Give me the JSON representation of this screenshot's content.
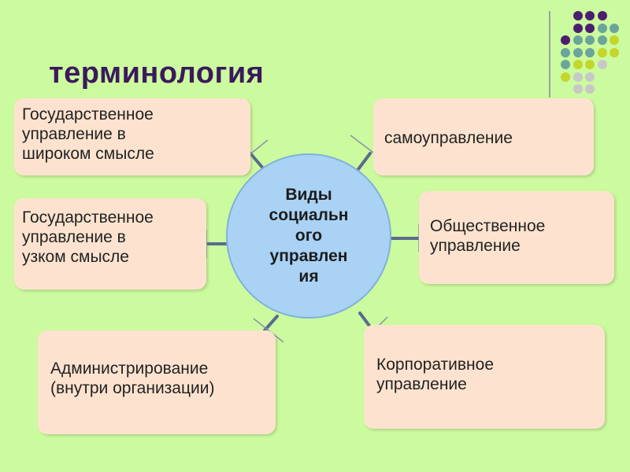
{
  "title": "терминология",
  "center_label": "Виды\nсоциальн\nого\nуправлен\nия",
  "boxes": {
    "gov_broad": "Государственное\nуправление в\nшироком смысле",
    "gov_narrow": "Государственное\nуправление в\nузком смысле",
    "admin": "Администрирование\n(внутри организации)",
    "self": "самоуправление",
    "public": "Общественное\nуправление",
    "corporate": "Корпоративное\nуправление"
  },
  "colors": {
    "background": "#ccfa9e",
    "box_fill": "#fde3cf",
    "circle_fill": "#a9d2f5",
    "title": "#3a1a5c",
    "dot_purple": "#4b1f6f",
    "dot_teal": "#6aa59a",
    "dot_lime": "#c4d62a",
    "dot_gray": "#c8c8c8"
  }
}
